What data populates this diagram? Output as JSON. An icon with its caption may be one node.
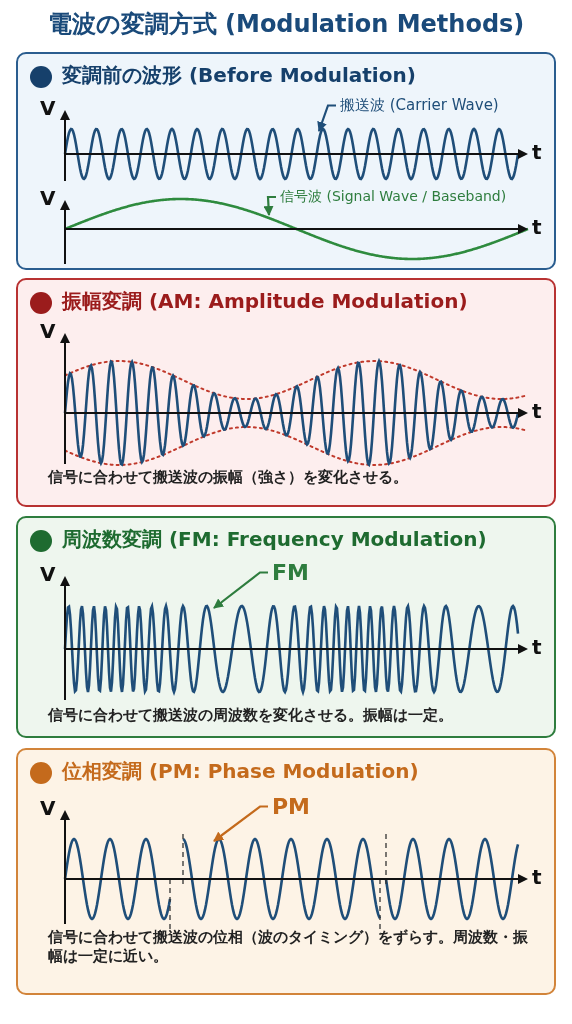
{
  "diagram": {
    "title": "電波の変調方式 (Modulation Methods)",
    "nodes": [
      {
        "text": [
          "変調前の波形 (Before Modulation)"
        ]
      },
      {
        "text": [
          "搬送波 (Carrier Wave)"
        ],
        "in": 0
      },
      {
        "text": [],
        "shape": "curve",
        "in": 0
      },
      {
        "text": [
          "信号波 (Signal Wave / Baseband)"
        ],
        "in": 0
      },
      {
        "text": [],
        "shape": "curve",
        "in": 0
      },
      {
        "text": [
          "振幅変調 (AM: Amplitude Modulation)",
          "信号に合わせて搬送波の振幅（強さ）を変化させる。"
        ]
      },
      {
        "text": [
          "周波数変調 (FM: Frequency Modulation)",
          "信号に合わせて搬送波の周波数を変化させる。振幅は一定。"
        ]
      },
      {
        "text": [
          "FM"
        ],
        "in": 6
      },
      {
        "text": [],
        "shape": "curve",
        "in": 6
      },
      {
        "text": [
          "位相変調 (PM: Phase Modulation)",
          "信号に合わせて搬送波の位相（波のタイミング）をずらす。周波数・振幅は一定に近い。"
        ]
      },
      {
        "text": [
          "PM"
        ],
        "in": 9
      },
      {
        "text": [],
        "shape": "curve",
        "in": 9
      }
    ],
    "edges": [
      {
        "from": 1,
        "to": 2,
        "arrow": "to",
        "color": "#1f4e79"
      },
      {
        "from": 3,
        "to": 4,
        "arrow": "to",
        "color": "#2e7d3e"
      },
      {
        "from": 7,
        "to": 8,
        "arrow": "to",
        "color": "#2e7d3e"
      },
      {
        "from": 10,
        "to": 11,
        "arrow": "to",
        "color": "#c46a1c"
      }
    ],
    "labels": [
      "V",
      "t",
      "V",
      "t",
      "V",
      "t",
      "V",
      "t",
      "V",
      "t"
    ]
  }
}
